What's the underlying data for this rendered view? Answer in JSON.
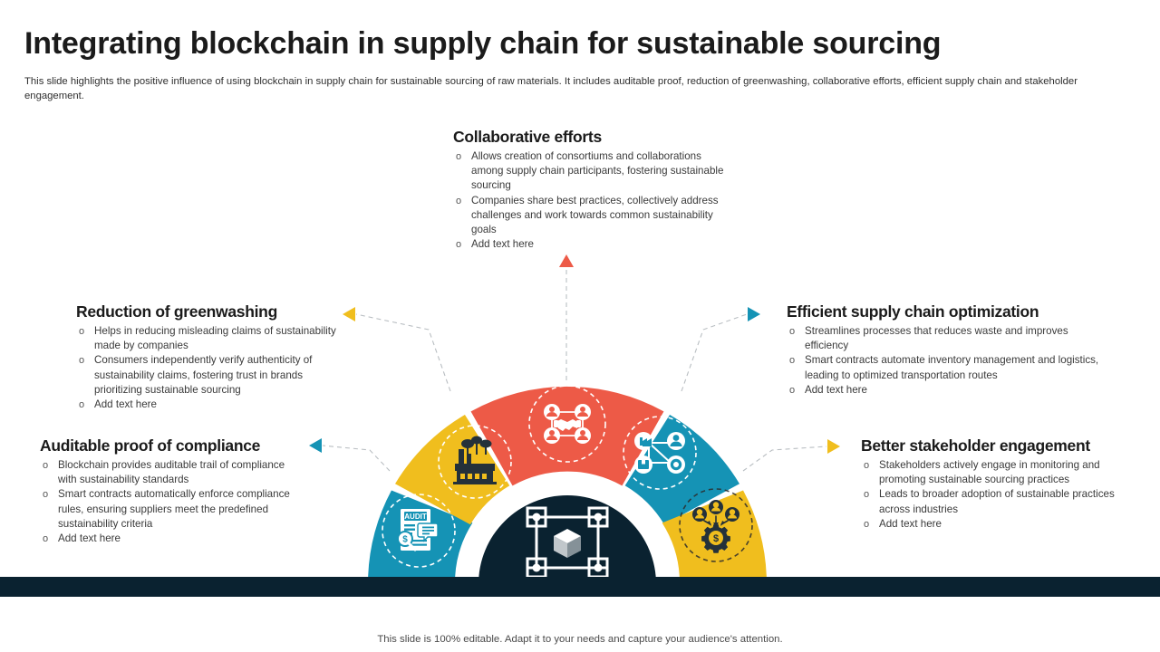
{
  "slide": {
    "title": "Integrating blockchain in supply chain for sustainable sourcing",
    "subtitle": "This slide highlights the positive influence of using blockchain in supply chain for sustainable sourcing of raw materials. It includes auditable proof, reduction of greenwashing, collaborative efforts, efficient supply chain and stakeholder engagement.",
    "footer": "This slide is 100% editable. Adapt it to your needs and capture your audience's attention."
  },
  "colors": {
    "coral": "#ED5A47",
    "yellow": "#F0BE1E",
    "blue": "#1593B5",
    "navy": "#0A2230",
    "dark_text": "#1b1b1b",
    "body_text": "#3a3a3a"
  },
  "blocks": {
    "collaborative": {
      "heading": "Collaborative efforts",
      "bullets": [
        "Allows creation of consortiums and collaborations among supply chain participants, fostering sustainable sourcing",
        "Companies share best practices, collectively address challenges and work towards common sustainability goals",
        "Add text here"
      ]
    },
    "greenwashing": {
      "heading": "Reduction of greenwashing",
      "bullets": [
        "Helps in reducing misleading claims of sustainability made by companies",
        "Consumers independently verify authenticity of sustainability claims, fostering trust in brands prioritizing sustainable sourcing",
        "Add text here"
      ]
    },
    "auditable": {
      "heading": "Auditable proof of compliance",
      "bullets": [
        "Blockchain provides auditable trail of compliance with sustainability standards",
        "Smart contracts automatically enforce compliance rules, ensuring suppliers meet the predefined sustainability criteria",
        "Add text here"
      ]
    },
    "efficient": {
      "heading": "Efficient supply chain optimization",
      "bullets": [
        "Streamlines processes that reduces waste and improves efficiency",
        "Smart contracts automate inventory management and logistics, leading to optimized transportation routes",
        "Add text here"
      ]
    },
    "stakeholder": {
      "heading": "Better stakeholder engagement",
      "bullets": [
        "Stakeholders actively engage in monitoring and promoting sustainable sourcing practices",
        "Leads to broader adoption of sustainable practices across industries",
        "Add text here"
      ]
    }
  },
  "wheel": {
    "center_icon": "blockchain-cube-icon",
    "segments": [
      {
        "id": "audit",
        "color": "#1593B5",
        "icon": "audit-document-icon"
      },
      {
        "id": "factory",
        "color": "#F0BE1E",
        "icon": "factory-pollution-icon"
      },
      {
        "id": "handshake",
        "color": "#ED5A47",
        "icon": "handshake-network-icon"
      },
      {
        "id": "supplychain",
        "color": "#1593B5",
        "icon": "supply-chain-network-icon"
      },
      {
        "id": "stakeholder",
        "color": "#F0BE1E",
        "icon": "stakeholder-gear-icon"
      }
    ]
  },
  "bullet_marker": "o"
}
